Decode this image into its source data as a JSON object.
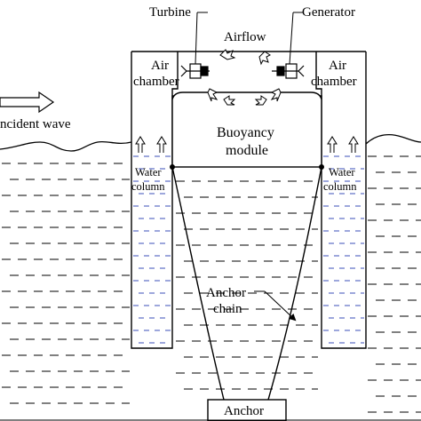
{
  "labels": {
    "turbine": "Turbine",
    "generator": "Generator",
    "airflow": "Airflow",
    "air_chamber_left_1": "Air",
    "air_chamber_left_2": "chamber",
    "air_chamber_right_1": "Air",
    "air_chamber_right_2": "chamber",
    "incident_wave": "ncident wave",
    "buoyancy_1": "Buoyancy",
    "buoyancy_2": "module",
    "water_col_left_1": "Water",
    "water_col_left_2": "column",
    "water_col_right_1": "Water",
    "water_col_right_2": "column",
    "anchor_chain_1": "Anchor",
    "anchor_chain_2": "chain",
    "anchor": "Anchor"
  },
  "colors": {
    "line": "#000000",
    "water_dash": "#000000",
    "column_dash": "#3b4fb8"
  }
}
